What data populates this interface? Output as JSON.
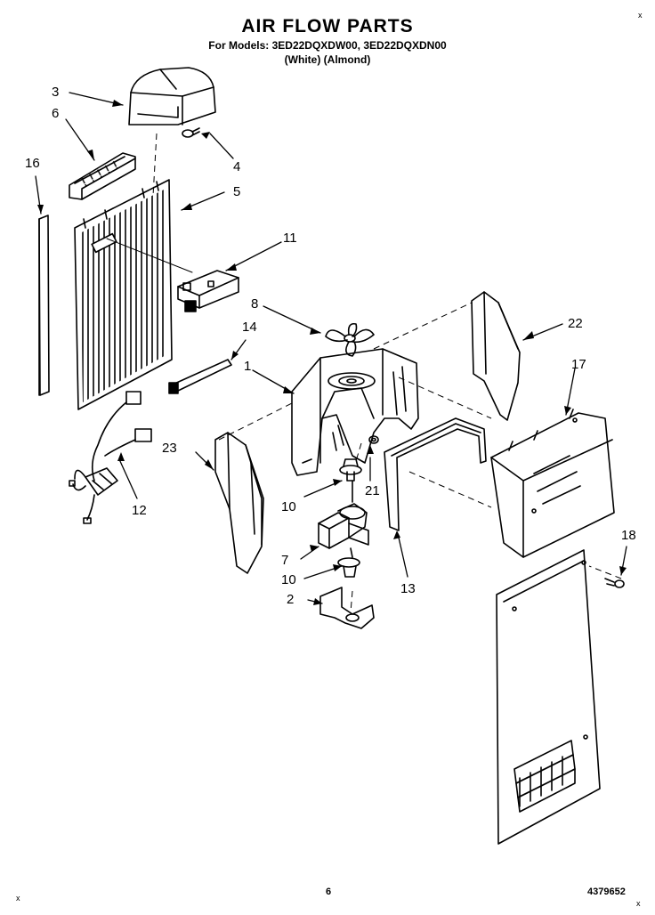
{
  "header": {
    "title": "AIR FLOW PARTS",
    "models_line": "For Models: 3ED22DQXDW00, 3ED22DQXDN00",
    "colors_line": "(White)    (Almond)"
  },
  "callouts": [
    "1",
    "2",
    "3",
    "4",
    "5",
    "6",
    "7",
    "8",
    "10",
    "10",
    "11",
    "12",
    "13",
    "14",
    "16",
    "17",
    "18",
    "21",
    "22",
    "23"
  ],
  "footer": {
    "page_number": "6",
    "doc_number": "4379652"
  },
  "marks": {
    "top_right": "x",
    "bottom_left": "x",
    "bottom_right": "x"
  }
}
